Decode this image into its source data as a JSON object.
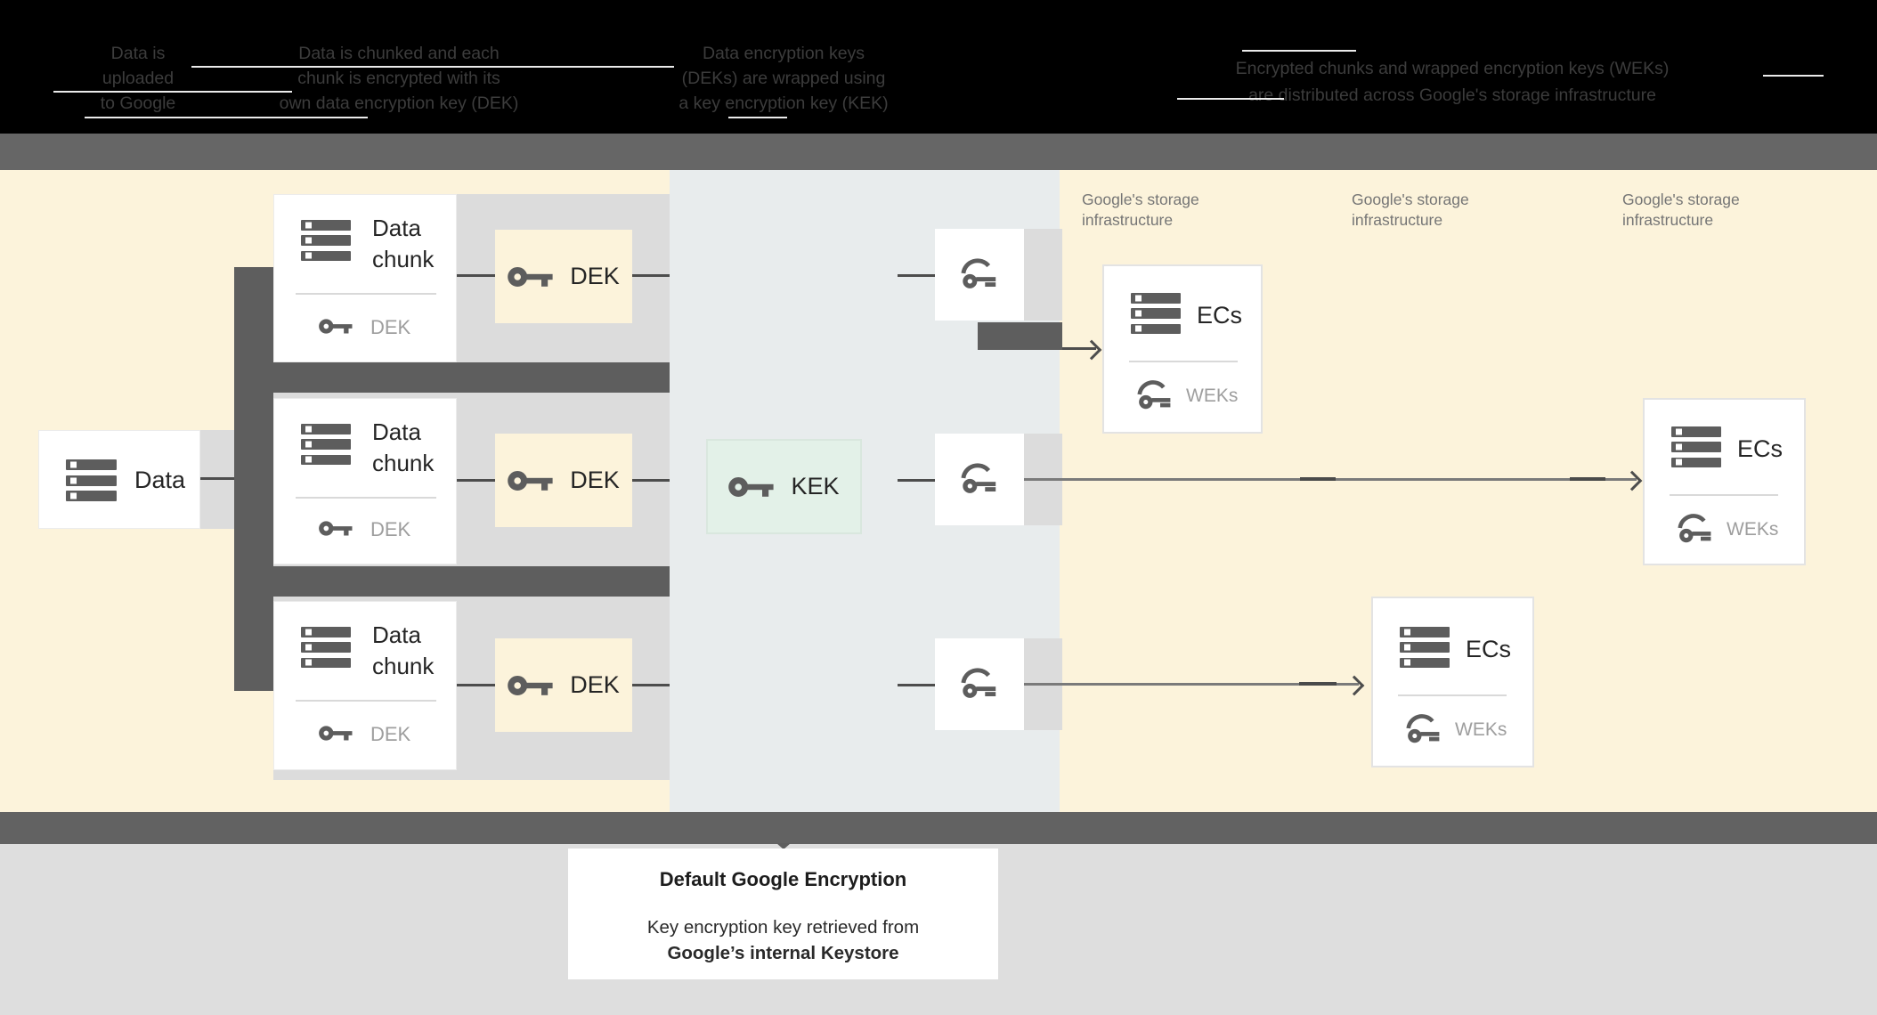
{
  "banner": {
    "steps": [
      {
        "lines": [
          "Data is",
          "uploaded",
          "to Google"
        ]
      },
      {
        "lines": [
          "Data is chunked and each",
          "chunk is encrypted with its",
          "own data encryption key (DEK)"
        ]
      },
      {
        "lines": [
          "Data encryption keys",
          "(DEKs) are wrapped using",
          "a key encryption key (KEK)"
        ]
      },
      {
        "lines": [
          "Encrypted chunks and wrapped encryption keys (WEKs)",
          "are distributed across Google's storage infrastructure"
        ]
      }
    ]
  },
  "diagram": {
    "data_box": {
      "label": "Data"
    },
    "chunk": {
      "line1": "Data",
      "line2": "chunk",
      "key_label": "DEK"
    },
    "dek_box": {
      "label": "DEK"
    },
    "kek_box": {
      "label": "KEK"
    },
    "ecs_box": {
      "label": "ECs",
      "key_label": "WEKs"
    },
    "storage": {
      "line1": "Google's storage",
      "line2": "infrastructure"
    }
  },
  "caption": {
    "title": "Default Google Encryption",
    "line1": "Key encryption key retrieved from",
    "line2": "Google’s internal Keystore"
  },
  "icons": {
    "stack": "server-stack-icon",
    "key": "key-icon",
    "wrapped_key": "wrapped-key-icon"
  },
  "colors": {
    "banner_bg": "#000000",
    "banner_text": "#3c3c3c",
    "mid_band": "#666666",
    "cream": "#fcf3db",
    "middle_region": "#e8eced",
    "band_gray": "#dcdcdc",
    "dark_bar": "#5e5e5e",
    "mint": "#e3f1e8",
    "icon_gray": "#5d5d5d",
    "muted_label": "#9e9e9e",
    "storage_label": "#757575",
    "bottom_gray": "#dedede"
  }
}
